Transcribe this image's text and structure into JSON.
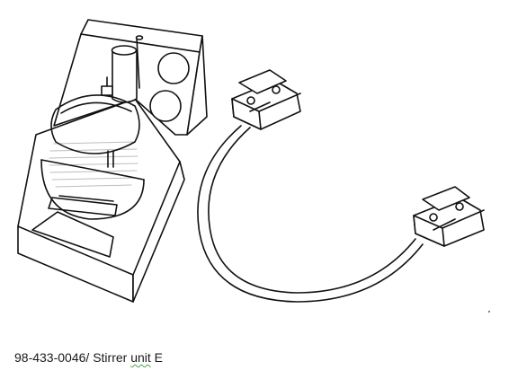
{
  "caption": {
    "part_number": "98-433-0046/",
    "name_before_mark": "Stirrer ",
    "name_marked": "unit",
    "name_after_mark": " E"
  },
  "drawing": {
    "line_color": "#111111",
    "hatch_color": "#bdbdbd",
    "spellcheck_mark_color": "#4aa04a",
    "components": [
      "stirrer-unit",
      "connection-cable",
      "connector-a",
      "connector-b"
    ]
  }
}
